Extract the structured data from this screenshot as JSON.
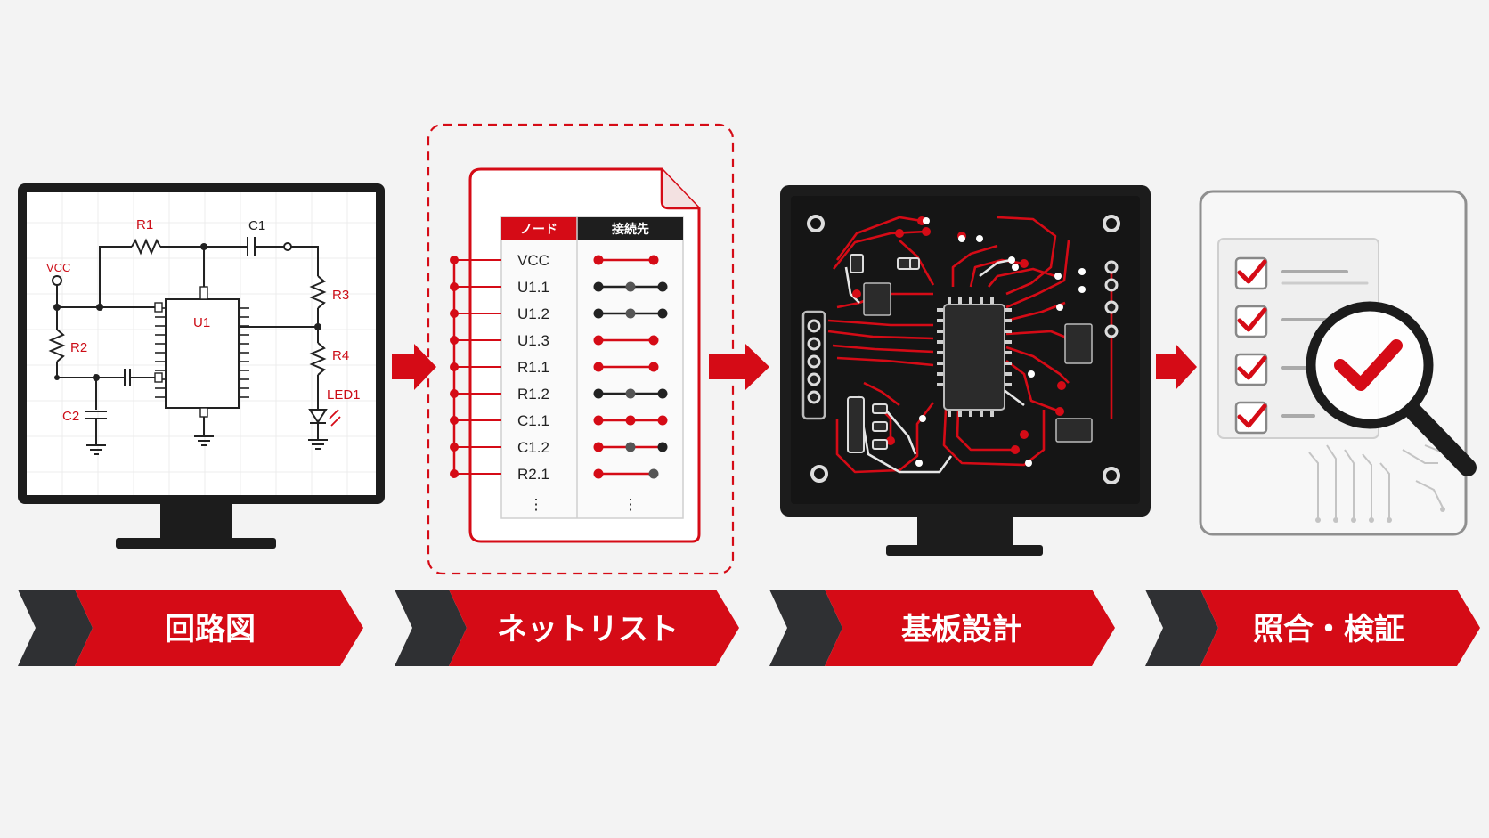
{
  "colors": {
    "accent": "#d50b16",
    "dark": "#2f3033",
    "pcb": "#151515",
    "background": "#f3f3f3"
  },
  "schematic": {
    "labels": {
      "r1": "R1",
      "c1": "C1",
      "vcc": "VCC",
      "u1": "U1",
      "r3": "R3",
      "r2": "R2",
      "r4": "R4",
      "led1": "LED1",
      "c2": "C2"
    }
  },
  "netlist": {
    "headers": {
      "node": "ノード",
      "connection": "接続先"
    },
    "nodes": [
      "VCC",
      "U1.1",
      "U1.2",
      "U1.3",
      "R1.1",
      "R1.2",
      "C1.1",
      "C1.2",
      "R2.1"
    ],
    "ellipsis": "⋮"
  },
  "steps": [
    {
      "label": "回路図"
    },
    {
      "label": "ネットリスト"
    },
    {
      "label": "基板設計"
    },
    {
      "label": "照合・検証"
    }
  ],
  "icons": [
    "monitor-icon",
    "document-icon",
    "pcb-icon",
    "checklist-icon",
    "magnifier-icon",
    "checkmark-icon",
    "arrow-right-icon"
  ]
}
